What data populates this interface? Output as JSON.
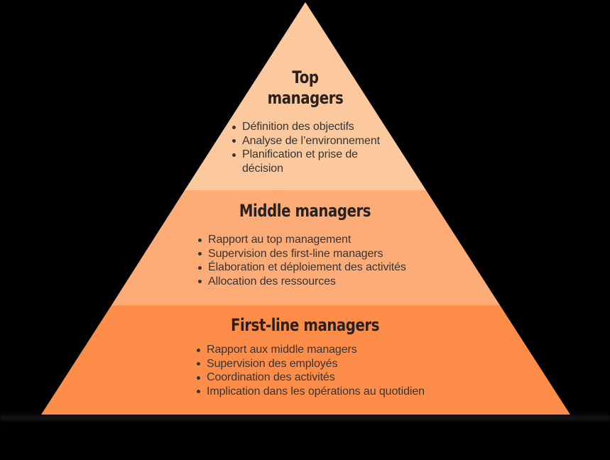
{
  "diagram": {
    "type": "pyramid",
    "background_color": "#000000",
    "title_color": "#28211F",
    "text_color": "#353535",
    "levels": [
      {
        "id": "top-managers",
        "title": "Top managers",
        "color": "#FCC89D",
        "bullets": [
          "Définition des objectifs",
          "Analyse de l’environnement",
          "Planification et prise de décision"
        ]
      },
      {
        "id": "middle-managers",
        "title": "Middle managers",
        "color": "#FDAC78",
        "bullets": [
          "Rapport au top management",
          "Supervision des first-line managers",
          "Élaboration et déploiement des activités",
          "Allocation des ressources"
        ]
      },
      {
        "id": "first-line-managers",
        "title": "First-line managers",
        "color": "#FD8D49",
        "bullets": [
          "Rapport aux middle managers",
          "Supervision des employés",
          "Coordination des activités",
          "Implication dans les opérations au quotidien"
        ]
      }
    ]
  }
}
